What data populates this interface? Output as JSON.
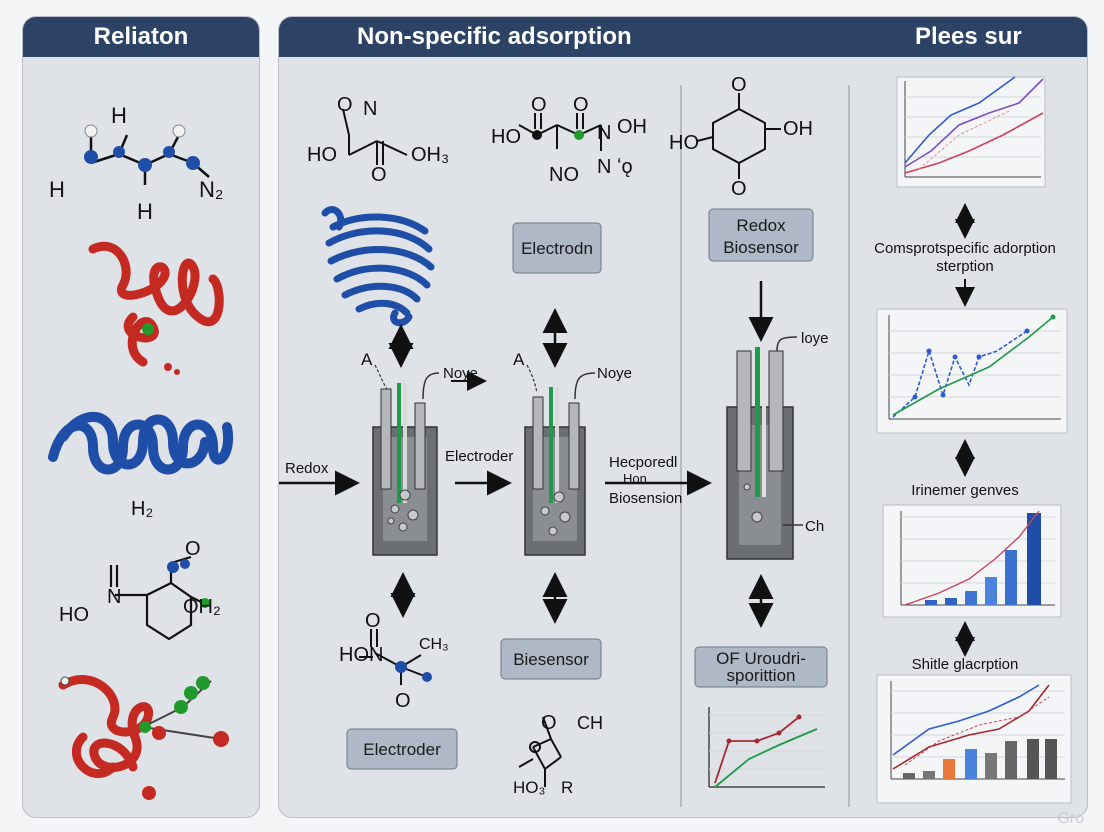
{
  "headers": {
    "left": "Reliaton",
    "middle": "Non-specific adsorption",
    "right": "Plees sur"
  },
  "left_panel": {
    "mol1": {
      "top_h": "H",
      "left_h": "H",
      "bottom_h": "H",
      "n2": "N₂"
    },
    "h2_label": "H₂",
    "mol2": {
      "o": "O",
      "ho": "HO",
      "n": "N",
      "oh2": "OH₂"
    }
  },
  "flow": {
    "redox": "Redox",
    "electroder": "Electroder",
    "hecpored": "Hecporedl",
    "hon": "Hon",
    "biosension": "Biosension",
    "a_label_1": "A",
    "a_label_2": "A",
    "noye_1": "Noye",
    "noye_2": "Noye",
    "loye": "loye",
    "ch_label": "Ch"
  },
  "molecules": {
    "m1": {
      "o_top": "O",
      "n_top": "N",
      "ho": "HO",
      "o_mid": "O",
      "oh3": "OH₃"
    },
    "m2": {
      "o_left": "O",
      "o_right": "O",
      "ho": "HO",
      "n_mid": "N",
      "oh": "OH",
      "no": "NO",
      "nr": "N ʻǫ"
    },
    "m3": {
      "o_top": "O",
      "o_bot": "O",
      "ho": "HO",
      "oh": "OH"
    },
    "m4": {
      "o": "O",
      "n": "N",
      "ho": "HO",
      "ch3": "CH₃"
    },
    "m5": {
      "o": "O",
      "ch": "CH",
      "ho3": "HO₃",
      "r": "R"
    }
  },
  "boxes": {
    "electrodn": "Electrodn",
    "redox_biosensor_1": "Redox",
    "redox_biosensor_2": "Biosensor",
    "biesensor": "Biesensor",
    "electroder_bottom": "Electroder",
    "of_uroudri_1": "OF Uroudri-",
    "of_uroudri_2": "sporittion"
  },
  "right_panel": {
    "caption1_line1": "Comsprotspecific adorption",
    "caption1_line2": "sterption",
    "caption2": "Irinemer genves",
    "caption3": "Shitle glacrption"
  },
  "colors": {
    "header_bg": "#2c4366",
    "panel_bg": "#dfe2e7",
    "box_fill": "#aeb8c6",
    "protein_blue": "#1f4ea8",
    "protein_red": "#c42a22",
    "bead_green": "#1f9a2b",
    "line_blue": "#2d5bd0",
    "line_red": "#d0415c",
    "line_purple": "#7a4fc4",
    "line_green": "#1d9a4a",
    "bar_blue": "#2e63c4",
    "electrode_gray": "#6b6e73"
  },
  "watermark": "Gro"
}
